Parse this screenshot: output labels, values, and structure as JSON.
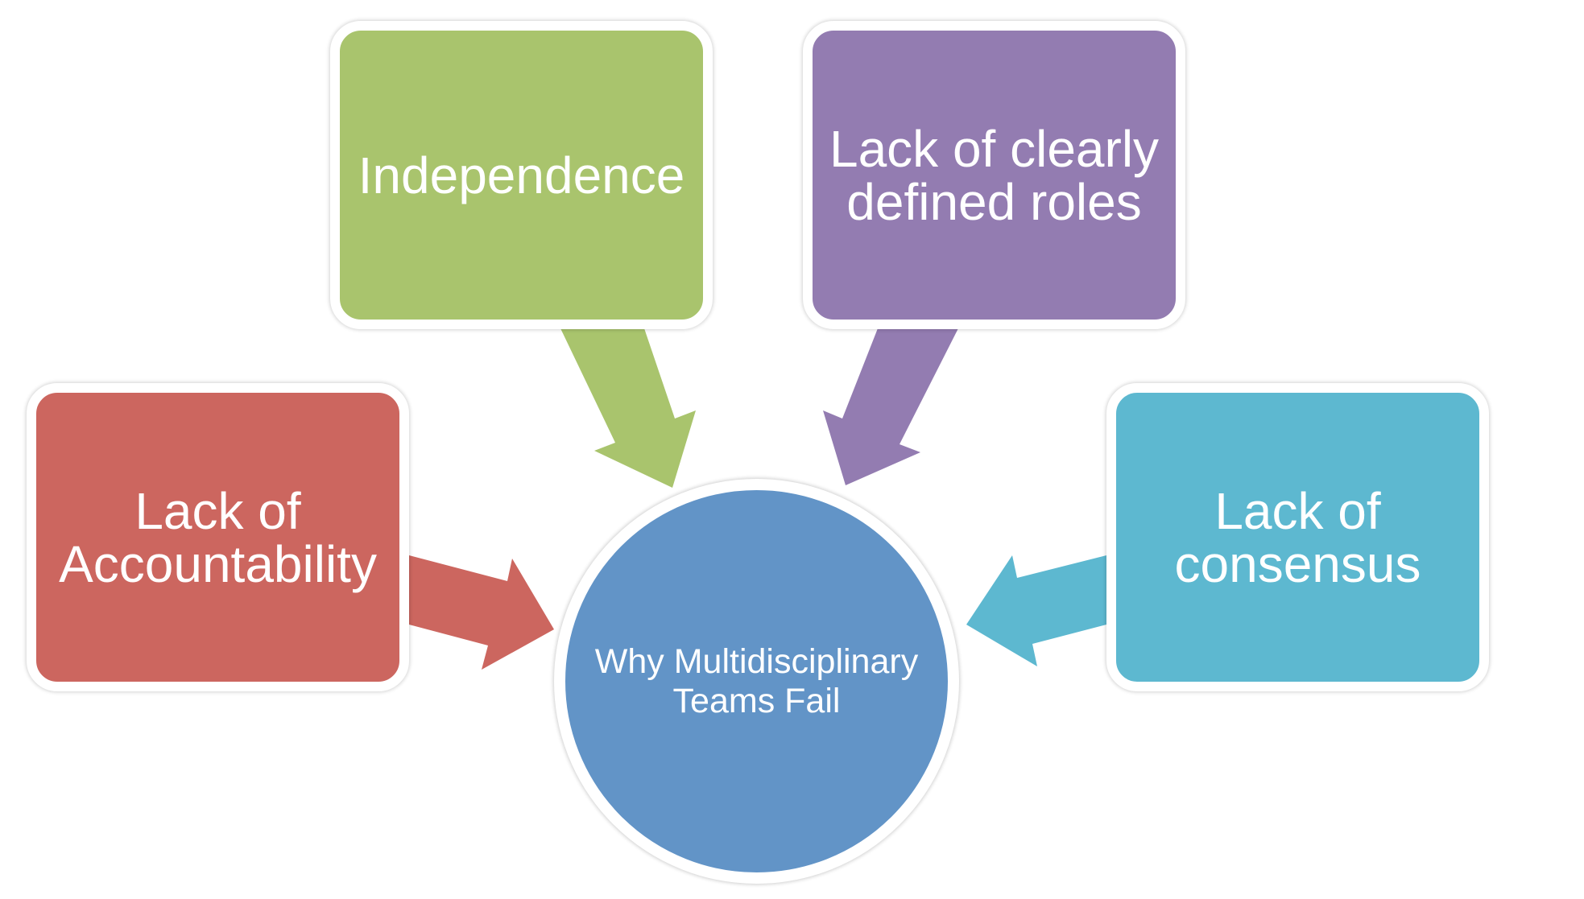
{
  "diagram": {
    "center": {
      "label": "Why Multidisciplinary Teams Fail",
      "color": "#6294c7"
    },
    "nodes": {
      "independence": {
        "label": "Independence",
        "color": "#a9c46d"
      },
      "roles": {
        "label": "Lack of clearly defined roles",
        "color": "#937cb1"
      },
      "accountability": {
        "label": "Lack of Accountability",
        "color": "#cc665f"
      },
      "consensus": {
        "label": "Lack of consensus",
        "color": "#5db8d0"
      }
    }
  }
}
